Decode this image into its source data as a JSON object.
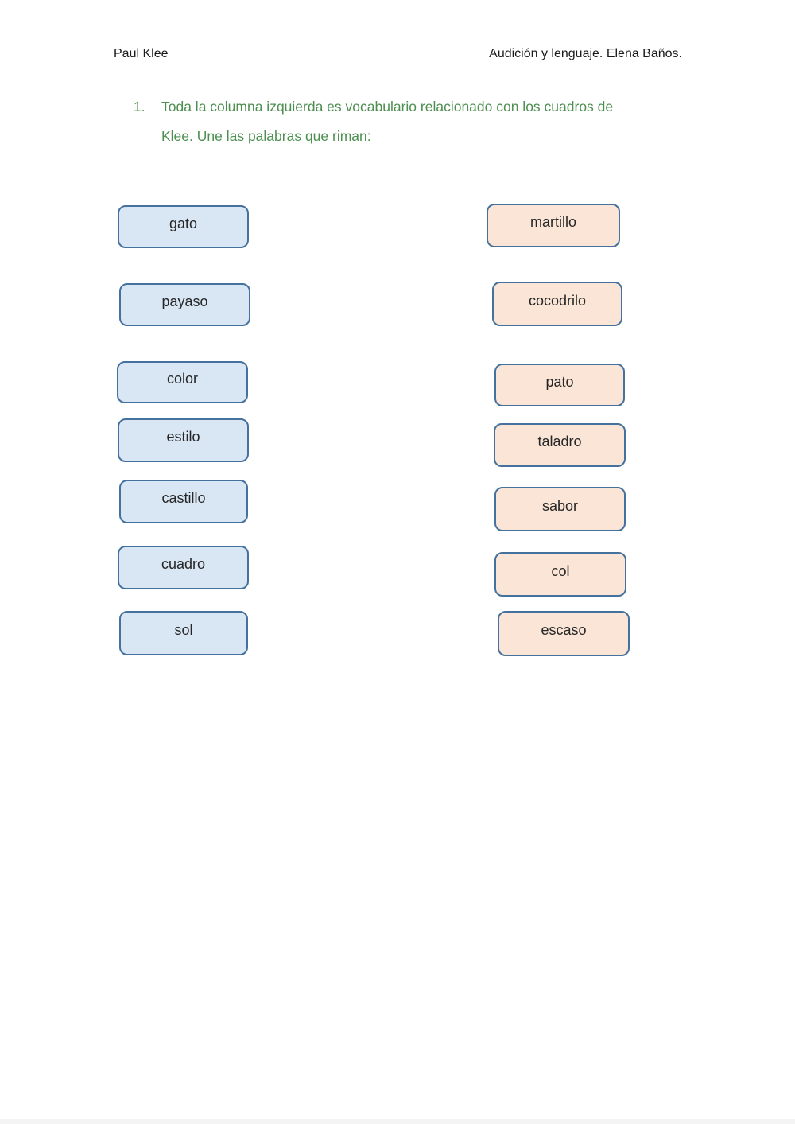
{
  "header": {
    "left": "Paul Klee",
    "right": "Audición y lenguaje. Elena Baños."
  },
  "exercise": {
    "number": "1.",
    "instruction_lines": [
      "Toda la columna izquierda es vocabulario relacionado con los cuadros de",
      "Klee. Une las palabras que riman:"
    ],
    "instruction_color": "#4d8f51"
  },
  "columns": {
    "left": {
      "fill_color": "#d9e6f4",
      "border_color": "#44719e",
      "items": [
        "gato",
        "payaso",
        "color",
        "estilo",
        "castillo",
        "cuadro",
        "sol"
      ]
    },
    "right": {
      "fill_color": "#fbe5d6",
      "border_color": "#44719e",
      "items": [
        "martillo",
        "cocodrilo",
        "pato",
        "taladro",
        "sabor",
        "col",
        "escaso"
      ]
    }
  }
}
